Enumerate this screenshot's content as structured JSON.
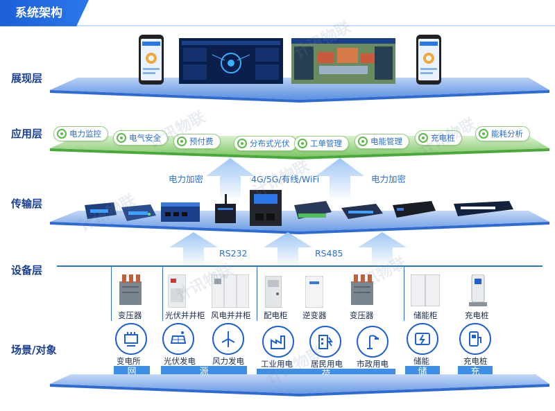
{
  "title": "系统架构",
  "layers": {
    "display": "展现层",
    "application": "应用层",
    "transport": "传输层",
    "device": "设备层",
    "scene": "场景/对象"
  },
  "apps": [
    "电力监控",
    "电气安全",
    "预付费",
    "分布式光伏",
    "工单管理",
    "电能管理",
    "充电桩",
    "能耗分析"
  ],
  "transport_labels": {
    "left": "电力加密",
    "center": "4G/5G/有线/WiFi",
    "right": "电力加密"
  },
  "bus_labels": {
    "left": "RS232",
    "right": "RS485"
  },
  "devices": [
    "变压器",
    "光伏并井柜",
    "风电并井柜",
    "配电柜",
    "逆变器",
    "变压器",
    "储能柜",
    "充电桩"
  ],
  "scenes": [
    "变电所",
    "光伏发电",
    "风力发电",
    "工业用电",
    "居民用电",
    "市政用电",
    "储能",
    "充电桩"
  ],
  "categories": [
    "网",
    "源",
    "荷",
    "储",
    "充"
  ],
  "watermark": "计讯物联",
  "colors": {
    "primary": "#1c5fd6",
    "accent": "#3d8ee6",
    "green": "#5db94a",
    "text": "#1a3f8f"
  }
}
